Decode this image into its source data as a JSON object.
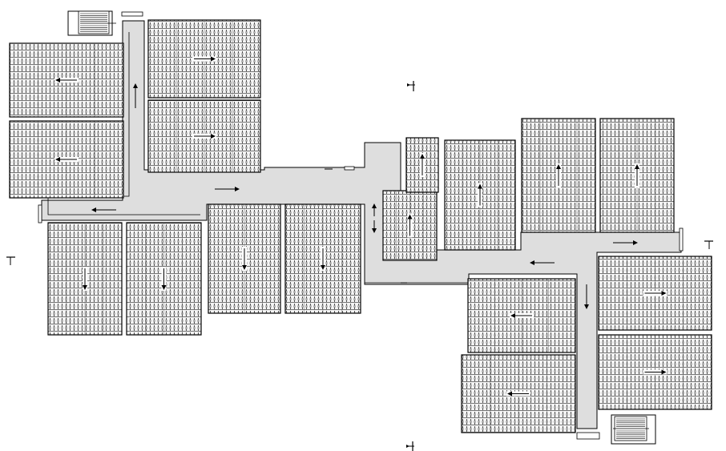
{
  "drawing": {
    "colors": {
      "background": "#ffffff",
      "corridor": "#dedede",
      "line": "#000000",
      "roof_fill": "#f4f4f4",
      "tile_stroke": "#333333"
    },
    "roof_panels": [
      {
        "id": "p1",
        "slope_direction": "west"
      },
      {
        "id": "p2",
        "slope_direction": "west"
      },
      {
        "id": "p3",
        "slope_direction": "east"
      },
      {
        "id": "p4",
        "slope_direction": "east"
      },
      {
        "id": "p5",
        "slope_direction": "south"
      },
      {
        "id": "p6",
        "slope_direction": "south"
      },
      {
        "id": "p7",
        "slope_direction": "south"
      },
      {
        "id": "p8",
        "slope_direction": "south"
      },
      {
        "id": "p9",
        "slope_direction": "north"
      },
      {
        "id": "p10",
        "slope_direction": "north"
      },
      {
        "id": "p11",
        "slope_direction": "north"
      },
      {
        "id": "p12",
        "slope_direction": "north"
      },
      {
        "id": "p13",
        "slope_direction": "north"
      },
      {
        "id": "p14",
        "slope_direction": "west"
      },
      {
        "id": "p15",
        "slope_direction": "west"
      },
      {
        "id": "p16",
        "slope_direction": "east"
      },
      {
        "id": "p17",
        "slope_direction": "east"
      }
    ],
    "stairs": [
      "stair-northwest",
      "stair-southeast"
    ],
    "section_markers": [
      "section-mark-top",
      "section-mark-bottom",
      "section-mark-left",
      "section-mark-right"
    ]
  }
}
